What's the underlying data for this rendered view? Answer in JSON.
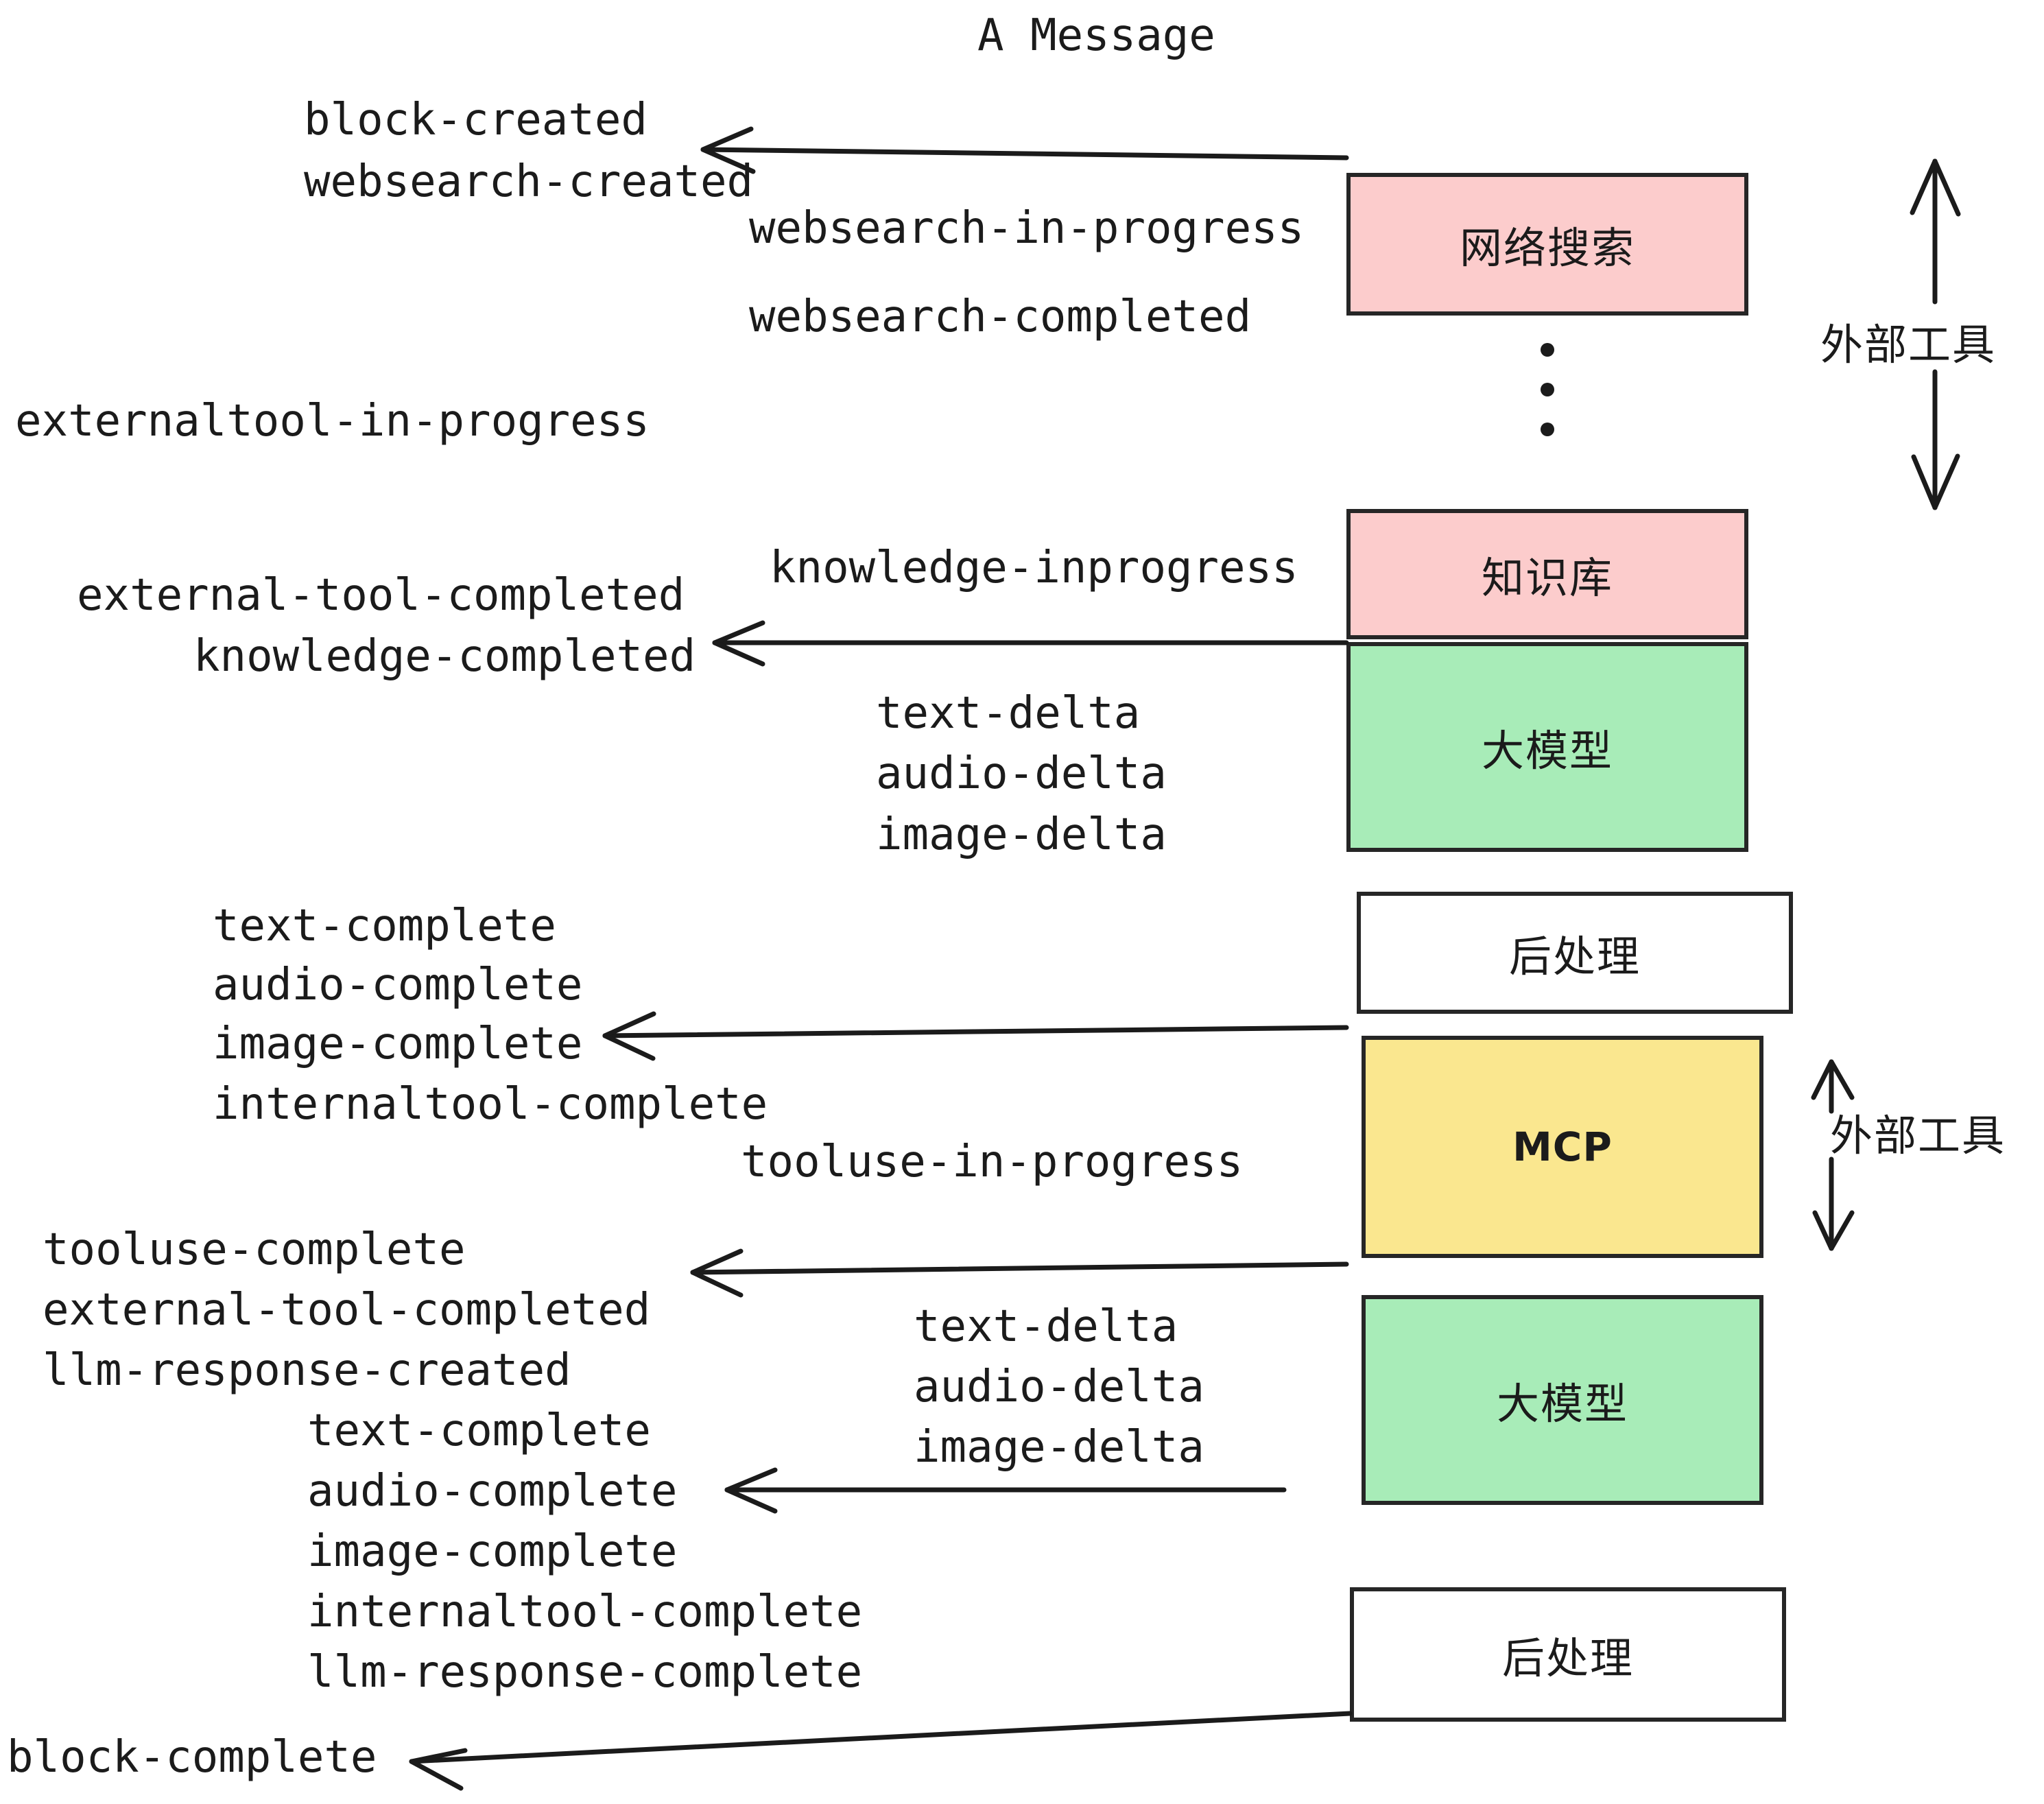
{
  "title": "A Message",
  "colors": {
    "pink": "#fccccc",
    "green": "#a8ecb8",
    "yellow": "#fae78f",
    "white": "#ffffff",
    "stroke": "#262626",
    "text": "#1b1b1b"
  },
  "nodes": [
    {
      "id": "websearch",
      "label": "网络搜索",
      "fill": "#fccccc"
    },
    {
      "id": "knowledge",
      "label": "知识库",
      "fill": "#fccccc"
    },
    {
      "id": "llm-1",
      "label": "大模型",
      "fill": "#a8ecb8"
    },
    {
      "id": "postprocess-1",
      "label": "后处理",
      "fill": "#ffffff"
    },
    {
      "id": "mcp",
      "label": "MCP",
      "fill": "#fae78f"
    },
    {
      "id": "llm-2",
      "label": "大模型",
      "fill": "#a8ecb8"
    },
    {
      "id": "postprocess-2",
      "label": "后处理",
      "fill": "#ffffff"
    }
  ],
  "side_labels": [
    {
      "id": "external-tool-top",
      "label": "外部工具"
    },
    {
      "id": "external-tool-bottom",
      "label": "外部工具"
    }
  ],
  "events": [
    {
      "id": "block-created",
      "text": "block-created"
    },
    {
      "id": "websearch-created",
      "text": "websearch-created"
    },
    {
      "id": "websearch-in-progress",
      "text": "websearch-in-progress"
    },
    {
      "id": "websearch-completed",
      "text": "websearch-completed"
    },
    {
      "id": "externaltool-in-progress",
      "text": "externaltool-in-progress"
    },
    {
      "id": "knowledge-inprogress",
      "text": "knowledge-inprogress"
    },
    {
      "id": "external-tool-completed-1",
      "text": "external-tool-completed"
    },
    {
      "id": "knowledge-completed",
      "text": "knowledge-completed"
    },
    {
      "id": "text-delta-1",
      "text": "text-delta"
    },
    {
      "id": "audio-delta-1",
      "text": "audio-delta"
    },
    {
      "id": "image-delta-1",
      "text": "image-delta"
    },
    {
      "id": "text-complete-1",
      "text": "text-complete"
    },
    {
      "id": "audio-complete-1",
      "text": "audio-complete"
    },
    {
      "id": "image-complete-1",
      "text": "image-complete"
    },
    {
      "id": "internaltool-complete-1",
      "text": "internaltool-complete"
    },
    {
      "id": "tooluse-in-progress",
      "text": "tooluse-in-progress"
    },
    {
      "id": "tooluse-complete",
      "text": "tooluse-complete"
    },
    {
      "id": "external-tool-completed-2",
      "text": "external-tool-completed"
    },
    {
      "id": "llm-response-created",
      "text": "llm-response-created"
    },
    {
      "id": "text-delta-2",
      "text": "text-delta"
    },
    {
      "id": "audio-delta-2",
      "text": "audio-delta"
    },
    {
      "id": "image-delta-2",
      "text": "image-delta"
    },
    {
      "id": "text-complete-2",
      "text": "text-complete"
    },
    {
      "id": "audio-complete-2",
      "text": "audio-complete"
    },
    {
      "id": "image-complete-2",
      "text": "image-complete"
    },
    {
      "id": "internaltool-complete-2",
      "text": "internaltool-complete"
    },
    {
      "id": "llm-response-complete",
      "text": "llm-response-complete"
    },
    {
      "id": "block-complete",
      "text": "block-complete"
    }
  ],
  "vertical_dots_count": 3
}
